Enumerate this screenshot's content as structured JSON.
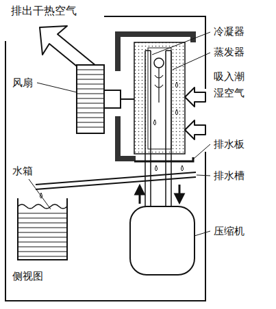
{
  "diagram": {
    "labels": [
      "排出干热空气",
      "冷凝器",
      "风扇",
      "蒸发器",
      "吸入潮 湿空气",
      "排水板",
      "水箱",
      "排水槽",
      "压缩机",
      "侧视图"
    ]
  }
}
